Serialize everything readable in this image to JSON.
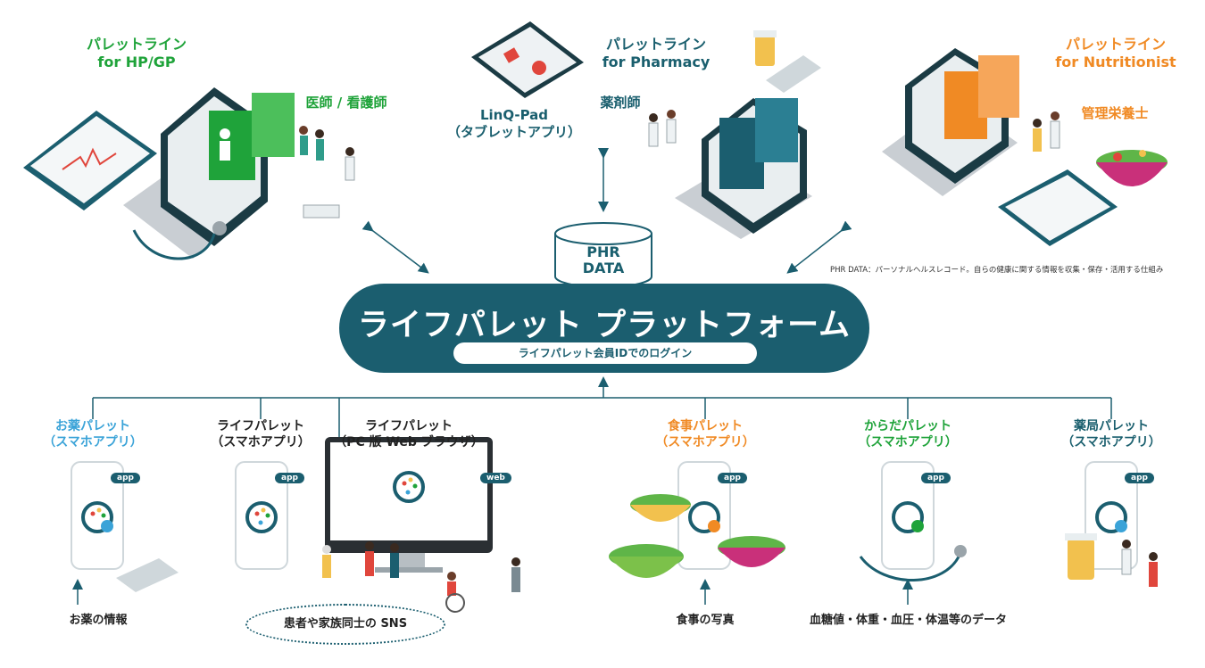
{
  "top": {
    "hpgp": {
      "line1": "パレットライン",
      "line2": "for HP/GP",
      "role": "医師 / 看護師"
    },
    "pharmacy": {
      "line1": "パレットライン",
      "line2": "for Pharmacy",
      "role": "薬剤師"
    },
    "nutritionist": {
      "line1": "パレットライン",
      "line2": "for Nutritionist",
      "role": "管理栄養士"
    },
    "linq": {
      "line1": "LinQ-Pad",
      "line2": "（タブレットアプリ）"
    }
  },
  "phr": {
    "line1": "PHR",
    "line2": "DATA",
    "note": "PHR DATA：パーソナルヘルスレコード。自らの健康に関する情報を収集・保存・活用する仕組み"
  },
  "platform": {
    "title": "ライフパレット プラットフォーム",
    "login": "ライフパレット会員IDでのログイン"
  },
  "apps": [
    {
      "line1": "お薬パレット",
      "line2": "（スマホアプリ）",
      "badge": "app",
      "caption": "お薬の情報"
    },
    {
      "line1": "ライフパレット",
      "line2": "（スマホアプリ）",
      "badge": "app"
    },
    {
      "line1": "ライフパレット",
      "line2": "（PC 版 Web ブラウザ）",
      "badge": "web"
    },
    {
      "line1": "食事パレット",
      "line2": "（スマホアプリ）",
      "badge": "app",
      "caption": "食事の写真"
    },
    {
      "line1": "からだパレット",
      "line2": "（スマホアプリ）",
      "badge": "app",
      "caption": "血糖値・体重・血圧・体温等のデータ"
    },
    {
      "line1": "薬局パレット",
      "line2": "（スマホアプリ）",
      "badge": "app"
    }
  ],
  "sns": "患者や家族同士の SNS",
  "colors": {
    "teal": "#1b5e6f",
    "green": "#1fa33a",
    "orange": "#f08a24"
  }
}
